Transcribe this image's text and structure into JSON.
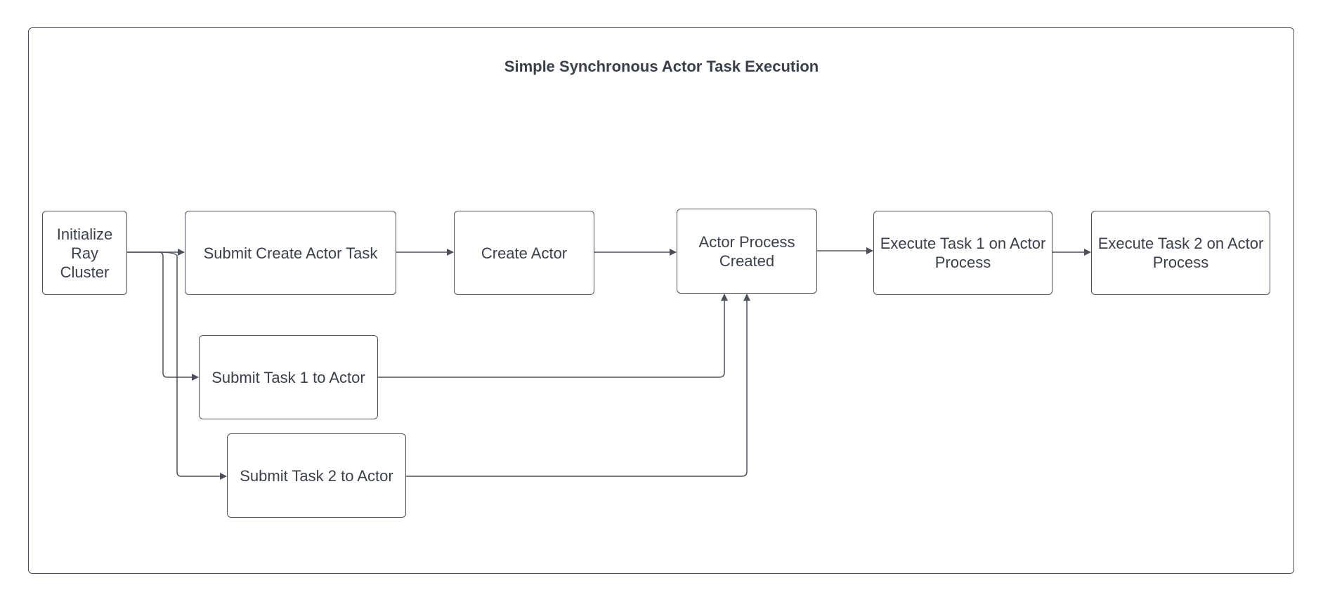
{
  "diagram": {
    "title": "Simple Synchronous Actor Task Execution",
    "nodes": {
      "initialize": "Initialize Ray Cluster",
      "submit_create": "Submit Create Actor Task",
      "create_actor": "Create Actor",
      "actor_process_created": "Actor Process Created",
      "execute_task_1": "Execute Task 1 on Actor Process",
      "execute_task_2": "Execute Task 2 on Actor Process",
      "submit_task_1": "Submit Task 1 to Actor",
      "submit_task_2": "Submit Task 2 to Actor"
    },
    "edges": [
      {
        "from": "Initialize Ray Cluster",
        "to": "Submit Create Actor Task"
      },
      {
        "from": "Initialize Ray Cluster",
        "to": "Submit Task 1 to Actor"
      },
      {
        "from": "Initialize Ray Cluster",
        "to": "Submit Task 2 to Actor"
      },
      {
        "from": "Submit Create Actor Task",
        "to": "Create Actor"
      },
      {
        "from": "Create Actor",
        "to": "Actor Process Created"
      },
      {
        "from": "Submit Task 1 to Actor",
        "to": "Actor Process Created"
      },
      {
        "from": "Submit Task 2 to Actor",
        "to": "Actor Process Created"
      },
      {
        "from": "Actor Process Created",
        "to": "Execute Task 1 on Actor Process"
      },
      {
        "from": "Execute Task 1 on Actor Process",
        "to": "Execute Task 2 on Actor Process"
      }
    ],
    "colors": {
      "stroke": "#4a4f5a",
      "text": "#3a3f4b",
      "background": "#ffffff"
    }
  }
}
